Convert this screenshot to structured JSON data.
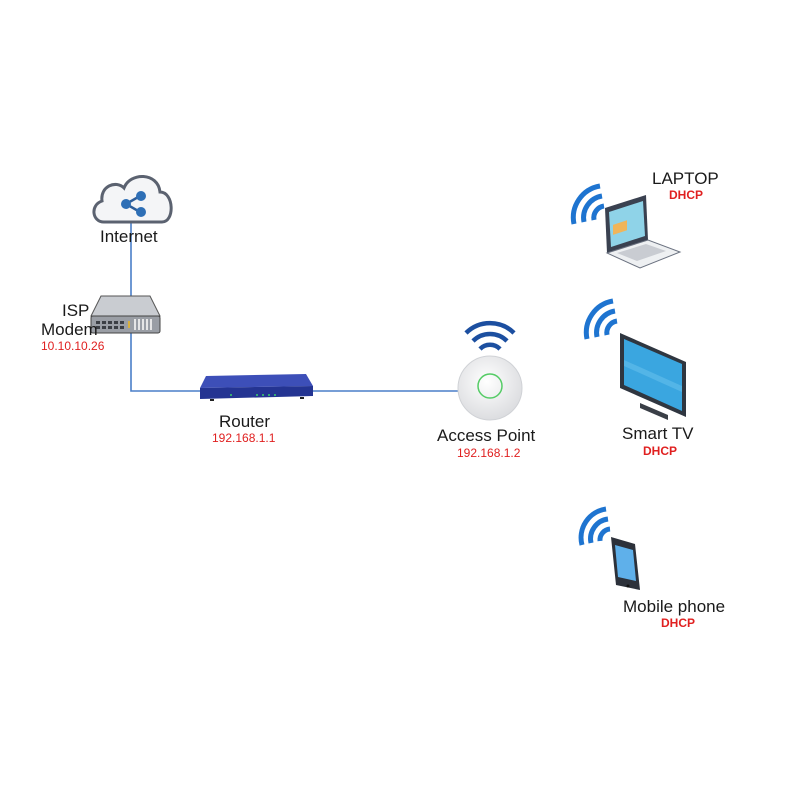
{
  "diagram": {
    "nodes": {
      "internet": {
        "label": "Internet",
        "icon": "cloud-share-icon"
      },
      "modem": {
        "label_line1": "ISP",
        "label_line2": "Modem",
        "ip": "10.10.10.26",
        "icon": "modem-icon"
      },
      "router": {
        "label": "Router",
        "ip": "192.168.1.1",
        "icon": "router-icon"
      },
      "access_point": {
        "label": "Access Point",
        "ip": "192.168.1.2",
        "icon": "access-point-icon"
      },
      "laptop": {
        "label": "LAPTOP",
        "addressing": "DHCP",
        "icon": "laptop-icon"
      },
      "smart_tv": {
        "label": "Smart TV",
        "addressing": "DHCP",
        "icon": "tv-icon"
      },
      "mobile": {
        "label": "Mobile phone",
        "addressing": "DHCP",
        "icon": "phone-icon"
      }
    },
    "links": [
      {
        "from": "internet",
        "to": "modem",
        "type": "wired"
      },
      {
        "from": "modem",
        "to": "router",
        "type": "wired"
      },
      {
        "from": "router",
        "to": "access_point",
        "type": "wired"
      },
      {
        "from": "access_point",
        "to": "laptop",
        "type": "wireless"
      },
      {
        "from": "access_point",
        "to": "smart_tv",
        "type": "wireless"
      },
      {
        "from": "access_point",
        "to": "mobile",
        "type": "wireless"
      }
    ],
    "colors": {
      "wire": "#4a7fc8",
      "ip_text": "#e02020",
      "wifi": "#1e74d0",
      "router": "#2b3a9a"
    }
  }
}
